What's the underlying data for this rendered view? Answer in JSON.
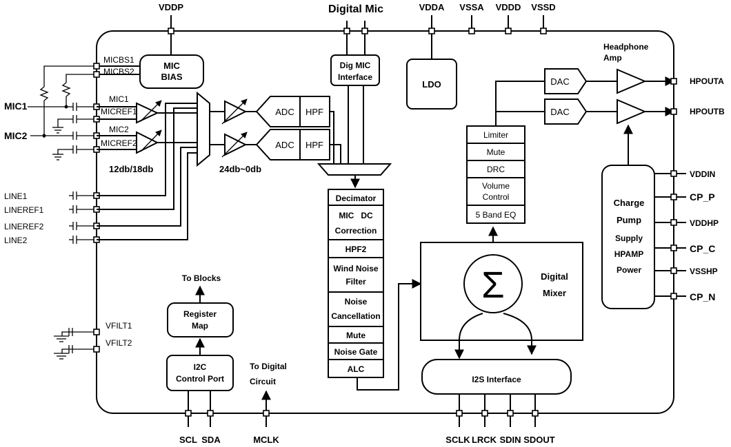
{
  "top_pins": {
    "vddp": "VDDP",
    "digital_mic": "Digital Mic",
    "vdda": "VDDA",
    "vssa": "VSSA",
    "vddd": "VDDD",
    "vssd": "VSSD"
  },
  "left_pins": {
    "micbs1": "MICBS1",
    "micbs2": "MICBS2",
    "mic1": "MIC1",
    "micref1": "MICREF1",
    "mic2": "MIC2",
    "micref2": "MICREF2",
    "line1": "LINE1",
    "lineref1": "LINEREF1",
    "lineref2": "LINEREF2",
    "line2": "LINE2",
    "vfilt1": "VFILT1",
    "vfilt2": "VFILT2"
  },
  "external_inputs": {
    "mic1": "MIC1",
    "mic2": "MIC2"
  },
  "blocks": {
    "mic_bias_line1": "MIC",
    "mic_bias_line2": "BIAS",
    "dig_mic_line1": "Dig MIC",
    "dig_mic_line2": "Interface",
    "ldo": "LDO",
    "adc": "ADC",
    "hpf": "HPF",
    "dac": "DAC",
    "pga_gain": "12db/18db",
    "adc_gain": "24db~0db",
    "register_map_line1": "Register",
    "register_map_line2": "Map",
    "i2c_line1": "I2C",
    "i2c_line2": "Control Port",
    "to_blocks": "To Blocks",
    "to_digital_line1": "To Digital",
    "to_digital_line2": "Circuit",
    "i2s": "I2S Interface",
    "mixer_line1": "Digital",
    "mixer_line2": "Mixer",
    "sigma": "Σ",
    "headphone_amp_line1": "Headphone",
    "headphone_amp_line2": "Amp",
    "charge_pump": [
      "Charge",
      "Pump",
      "Supply",
      "HPAMP",
      "Power"
    ]
  },
  "adc_chain": {
    "decimator": "Decimator",
    "mic_dc_line1": "MIC   DC",
    "mic_dc_line2": "Correction",
    "hpf2": "HPF2",
    "wind_line1": "Wind Noise",
    "wind_line2": "Filter",
    "noise_line1": "Noise",
    "noise_line2": "Cancellation",
    "mute": "Mute",
    "noise_gate": "Noise Gate",
    "alc": "ALC"
  },
  "dac_chain": {
    "limiter": "Limiter",
    "mute": "Mute",
    "drc": "DRC",
    "volume_line1": "Volume",
    "volume_line2": "Control",
    "eq": "5 Band EQ"
  },
  "right_pins": {
    "hpouta": "HPOUTA",
    "hpoutb": "HPOUTB",
    "vddin": "VDDIN",
    "cp_p": "CP_P",
    "vddhp": "VDDHP",
    "cp_c": "CP_C",
    "vsshp": "VSSHP",
    "cp_n": "CP_N"
  },
  "bottom_pins": {
    "scl": "SCL",
    "sda": "SDA",
    "mclk": "MCLK",
    "sclk": "SCLK",
    "lrck": "LRCK",
    "sdin": "SDIN",
    "sdout": "SDOUT"
  }
}
